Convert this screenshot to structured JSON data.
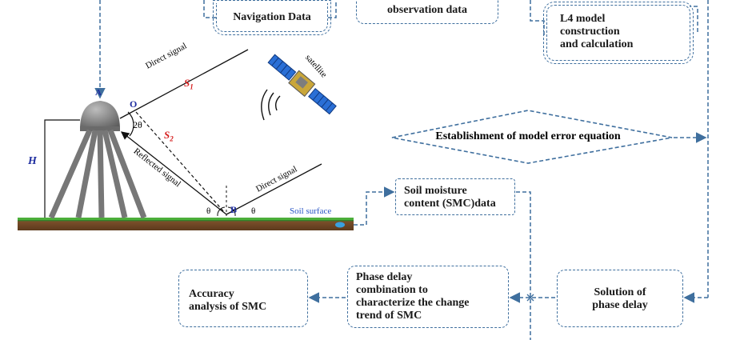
{
  "boxes": {
    "navigation": "Navigation Data",
    "observation": "observation data",
    "l4_model": [
      "L4 model",
      "construction",
      "and calculation"
    ],
    "error_equation": "Establishment of model error equation",
    "smc_data": [
      "Soil moisture",
      "content (SMC)data"
    ],
    "phase_delay_combo": [
      "Phase delay",
      "combination to",
      "characterize the change",
      "trend of SMC"
    ],
    "phase_delay_solution": [
      "Solution of",
      "phase delay"
    ],
    "accuracy": [
      "Accuracy",
      "analysis of SMC"
    ]
  },
  "geometry_labels": {
    "direct_signal_top": "Direct signal",
    "direct_signal_bottom": "Direct signal",
    "reflected_signal": "Reflected signal",
    "satellite": "satellite",
    "soil_surface": "Soil surface",
    "point_o": "O",
    "point_a": "A",
    "point_b": "B",
    "s1": "S",
    "s1_sub": "1",
    "s2": "S",
    "s2_sub": "2",
    "angle_2theta": "2θ",
    "theta_left": "θ",
    "theta_right": "θ",
    "height": "H"
  },
  "colors": {
    "flow": "#3f6f9e",
    "signal_label_red": "#d62020",
    "point_label_blue": "#1f2ea0",
    "soil_label": "#2a56c6"
  }
}
